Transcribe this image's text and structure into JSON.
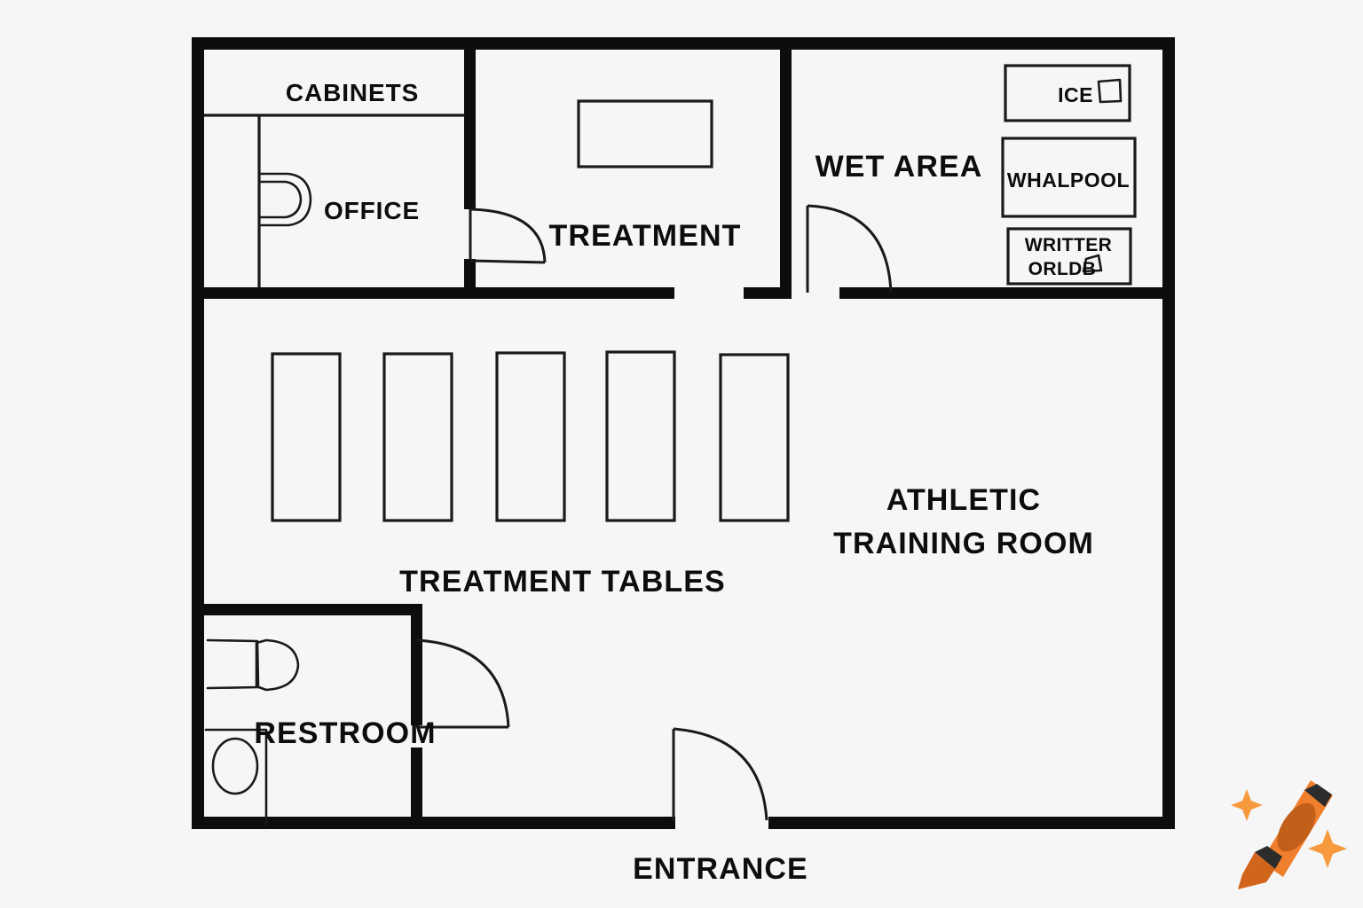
{
  "page": {
    "title": "Athletic Training Room Floor Plan",
    "background_color": "#f6f6f6",
    "wall_color": "#0d0d0d",
    "line_color": "#1a1a1a"
  },
  "rooms": {
    "cabinets": {
      "label": "CABINETS"
    },
    "office": {
      "label": "OFFICE"
    },
    "treatment": {
      "label": "TREATMENT"
    },
    "wet_area": {
      "label": "WET AREA"
    },
    "main": {
      "label_line1": "ATHLETIC",
      "label_line2": "TRAINING ROOM"
    },
    "tables": {
      "label": "TREATMENT TABLES"
    },
    "restroom": {
      "label": "RESTROOM"
    },
    "entrance": {
      "label": "ENTRANCE"
    }
  },
  "wet_area_fixtures": [
    {
      "label": "ICE",
      "has_glyph": true
    },
    {
      "label": "WHALPOOL",
      "has_glyph": false
    },
    {
      "label_line1": "WRITTER",
      "label_line2": "ORLDB",
      "has_glyph": true
    }
  ],
  "treatment_tables": {
    "count": 5,
    "items": [
      "table-1",
      "table-2",
      "table-3",
      "table-4",
      "table-5"
    ]
  },
  "fixtures": {
    "office_chair": "office-chair",
    "treatment_table_top": "treatment-room-table",
    "restroom_toilet": "toilet",
    "restroom_sink": "sink"
  },
  "doors": [
    {
      "name": "office-door",
      "swing": "right"
    },
    {
      "name": "wet-area-door",
      "swing": "right"
    },
    {
      "name": "restroom-door",
      "swing": "right"
    },
    {
      "name": "entrance-door",
      "swing": "right"
    }
  ],
  "watermark": {
    "name": "crayon-logo",
    "body_color": "#F07F2D",
    "tip_color": "#D2651C",
    "band_color": "#2C2C2C",
    "oval_color": "#C25F18",
    "sparkle_color": "#F79A3E"
  }
}
